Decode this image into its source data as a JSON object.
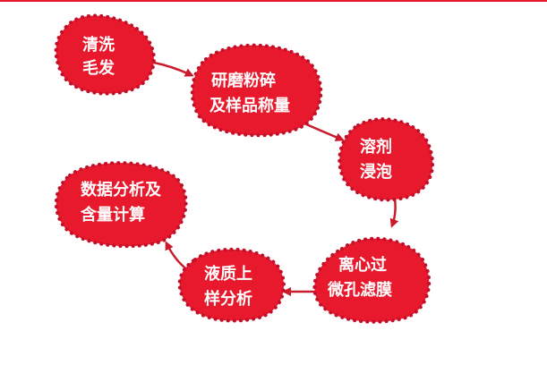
{
  "colors": {
    "accent": "#e8192c",
    "blob_fill": "#e8192c",
    "blob_dots": "#c0102a",
    "arrow": "#c91b2b",
    "text": "#ffffff",
    "background": "#ffffff"
  },
  "steps": [
    {
      "id": "s1",
      "line1": "清洗",
      "line2": "毛发"
    },
    {
      "id": "s2",
      "line1": "研磨粉碎",
      "line2": "及样品称量"
    },
    {
      "id": "s3",
      "line1": "溶剂",
      "line2": "浸泡"
    },
    {
      "id": "s4",
      "line1": "离心过",
      "line2": "微孔滤膜"
    },
    {
      "id": "s5",
      "line1": "液质上",
      "line2": "样分析"
    },
    {
      "id": "s6",
      "line1": "数据分析及",
      "line2": "含量计算"
    }
  ]
}
